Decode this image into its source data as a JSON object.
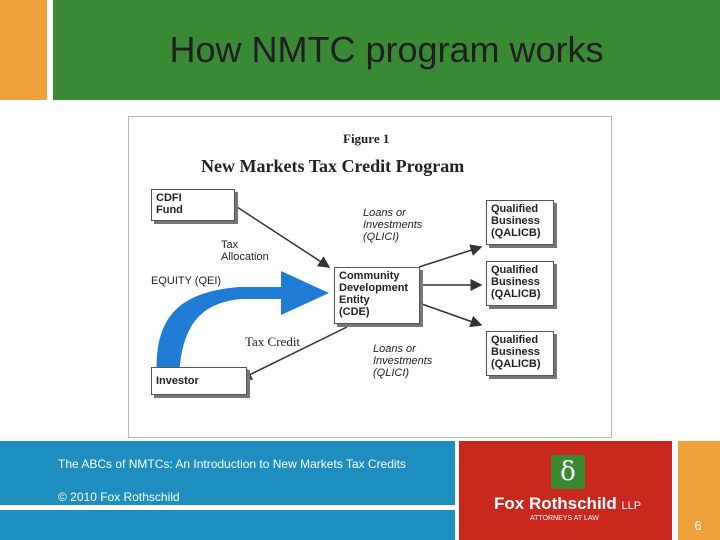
{
  "slide": {
    "title": "How NMTC program works",
    "footer_line1": "The ABCs of NMTCs: An Introduction to New Markets Tax Credits",
    "footer_line2": "© 2010 Fox Rothschild",
    "page_number": "6"
  },
  "logo": {
    "glyph": "δ",
    "name": "Fox Rothschild",
    "suffix": "LLP",
    "tagline": "ATTORNEYS AT LAW",
    "colors": {
      "square": "#3a8a35",
      "background": "#c8281e"
    }
  },
  "figure": {
    "caption": "Figure 1",
    "heading": "New Markets Tax Credit Program",
    "nodes": {
      "cdfi": [
        "CDFI",
        "Fund"
      ],
      "investor": "Investor",
      "cde": [
        "Community",
        "Development",
        "Entity",
        "(CDE)"
      ],
      "qalicb1": [
        "Qualified",
        "Business",
        "(QALICB)"
      ],
      "qalicb2": [
        "Qualified",
        "Business",
        "(QALICB)"
      ],
      "qalicb3": [
        "Qualified",
        "Business",
        "(QALICB)"
      ]
    },
    "labels": {
      "tax_allocation": [
        "Tax",
        "Allocation"
      ],
      "equity": "EQUITY (QEI)",
      "tax_credit": "Tax Credit",
      "loans_top": [
        "Loans or",
        "Investments",
        "(QLICI)"
      ],
      "loans_bottom": [
        "Loans or",
        "Investments",
        "(QLICI)"
      ]
    },
    "colors": {
      "equity_arrow": "#1f7bd4",
      "lines": "#333333"
    }
  },
  "colors": {
    "title_bar": "#3a8a35",
    "accent": "#f0a13c",
    "footer_blue": "#1c8fc0"
  }
}
